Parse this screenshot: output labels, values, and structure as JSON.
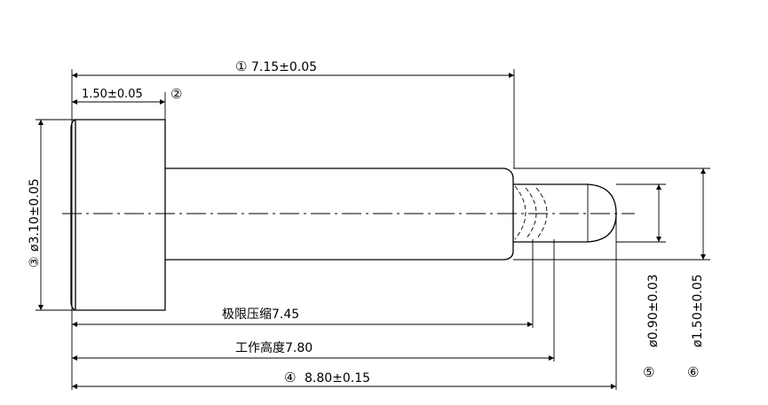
{
  "dimensions": {
    "overall_head_to_shoulder": {
      "label": "7.15±0.05",
      "marker": "①"
    },
    "head_thickness": {
      "label": "1.50±0.05",
      "marker": "②"
    },
    "head_diameter": {
      "label": "ø3.10±0.05",
      "marker": "③"
    },
    "total_length": {
      "label": "8.80±0.15",
      "marker": "④"
    },
    "tip_diameter": {
      "label": "ø0.90±0.03",
      "marker": "⑤"
    },
    "shoulder_diameter": {
      "label": "ø1.50±0.05",
      "marker": "⑥"
    },
    "limit_compression": {
      "label": "极限压缩7.45"
    },
    "working_height": {
      "label": "工作高度7.80"
    }
  },
  "colors": {
    "ink": "#000000",
    "paper": "#ffffff"
  }
}
